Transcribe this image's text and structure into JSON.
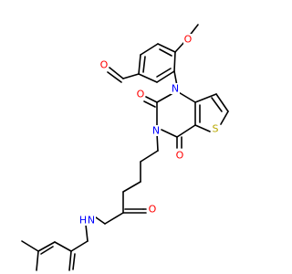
{
  "molecule": {
    "atoms": [
      {
        "id": "o_aldehyde",
        "label": "O",
        "color": "#FF0000"
      },
      {
        "id": "o_methoxy",
        "label": "O",
        "color": "#FF0000"
      },
      {
        "id": "n1",
        "label": "N",
        "color": "#0000FF"
      },
      {
        "id": "o_c2",
        "label": "O",
        "color": "#FF0000"
      },
      {
        "id": "s",
        "label": "S",
        "color": "#B8A800"
      },
      {
        "id": "n3",
        "label": "N",
        "color": "#0000FF"
      },
      {
        "id": "o_c4",
        "label": "O",
        "color": "#FF0000"
      },
      {
        "id": "o_amide",
        "label": "O",
        "color": "#FF0000"
      },
      {
        "id": "nh_n",
        "label": "N",
        "color": "#0000FF"
      },
      {
        "id": "nh_h",
        "label": "H",
        "color": "#0000FF"
      }
    ]
  }
}
